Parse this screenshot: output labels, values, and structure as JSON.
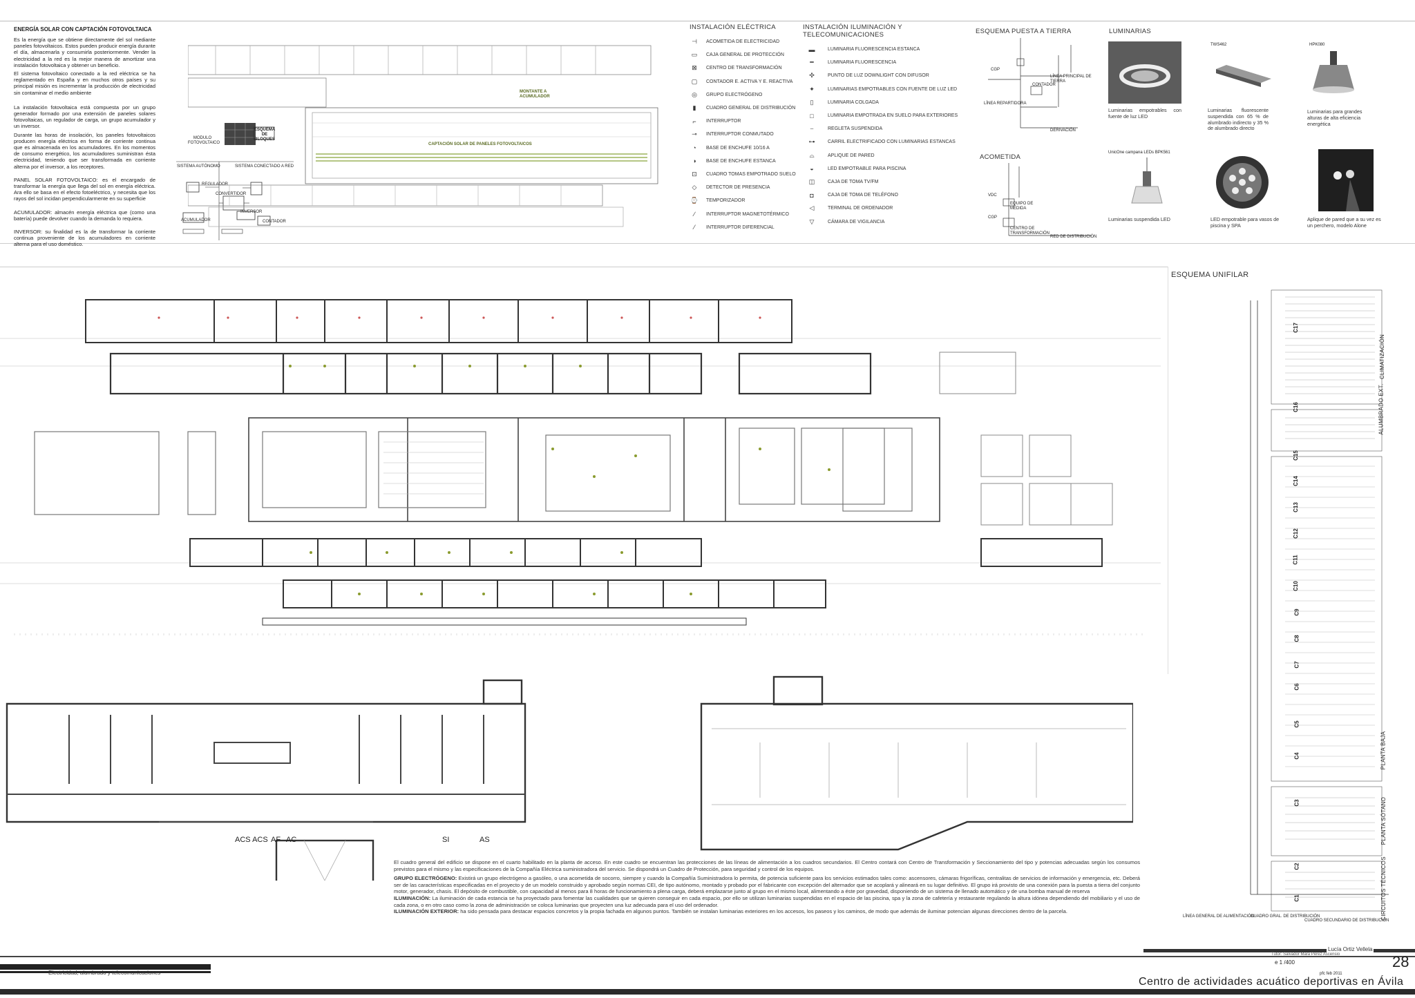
{
  "solar": {
    "title": "ENERGÍA SOLAR CON CAPTACIÓN FOTOVOLTAICA",
    "paragraphs": [
      "Es la energía que se obtiene directamente del sol mediante paneles fotovoltaicos. Estos pueden producir energía durante el día, almacenarla y consumirla posteriormente. Vender la electricidad a la red es la mejor manera de amortizar una instalación fotovoltaica y obtener un beneficio.",
      "El sistema fotovoltaico conectado a la red eléctrica se ha reglamentado en España y en muchos otros países y su principal misión es incrementar la producción de electricidad sin contaminar el medio ambiente",
      "La instalación fotovoltaica está compuesta por un grupo generador formado por una extensión de paneles solares fotovoltaicas, un regulador de carga, un grupo acumulador y un inversor.",
      "Durante las horas de insolación, los paneles fotovoltaicos producen energía eléctrica en forma de corriente continua que es almacenada en los acumuladores. En los momentos de consumo energético, los acumuladores suministran ésta electricidad, teniendo que ser transformada en corriente alterna por el inversor, a los receptores.",
      "PANEL SOLAR FOTOVOLTAICO: es el encargado de transformar la energía que llega del sol en energía eléctrica. Ara ello se basa en el efecto fotoeléctrico, y necesita que los rayos del sol incidan perpendicularmente en su superficie",
      "ACUMULADOR: almacén energía eléctrica que (como una batería) puede devolver cuando la demanda lo requiera.",
      "INVERSOR: su finalidad es la de transformar la corriente continua proveniente de los acumuladores en corriente alterna para el uso doméstico."
    ],
    "diagram_labels": [
      "MODULO FOTOVOLTAICO",
      "ESQUEMA DE BLOQUES",
      "SISTEMA AUTÓNOMO",
      "SISTEMA CONECTADO A RED",
      "REGULADOR",
      "CONVERTIDOR",
      "INVERSOR",
      "CONTADOR",
      "ACUMULADOR"
    ],
    "site_labels": {
      "capt": "CAPTACIÓN SOLAR DE PANELES FOTOVOLTAICOS",
      "montante": "MONTANTE A ACUMULADOR"
    }
  },
  "legend_electrica": {
    "header": "INSTALACIÓN ELÉCTRICA",
    "items": [
      "ACOMETIDA DE ELECTRICIDAD",
      "CAJA GENERAL DE PROTECCIÓN",
      "CENTRO DE TRANSFORMACIÓN",
      "CONTADOR E. ACTIVA Y E. REACTIVA",
      "GRUPO ELECTRÓGENO",
      "CUADRO GENERAL DE DISTRIBUCIÓN",
      "INTERRUPTOR",
      "INTERRUPTOR CONMUTADO",
      "BASE DE ENCHUFE 10/16 A",
      "BASE DE ENCHUFE ESTANCA",
      "CUADRO TOMAS EMPOTRADO SUELO",
      "DETECTOR DE PRESENCIA",
      "TEMPORIZADOR",
      "INTERRUPTOR MAGNETOTÉRMICO",
      "INTERRUPTOR DIFERENCIAL"
    ]
  },
  "legend_iluminacion": {
    "header": "INSTALACIÓN ILUMINACIÓN Y TELECOMUNICACIONES",
    "items": [
      "LUMINARIA FLUORESCENCIA ESTANCA",
      "LUMINARIA FLUORESCENCIA",
      "PUNTO DE LUZ DOWNLIGHT CON DIFUSOR",
      "LUMINARIAS EMPOTRABLES CON FUENTE DE LUZ LED",
      "LUMINARIA COLGADA",
      "LUMINARIA EMPOTRADA EN SUELO PARA EXTERIORES",
      "REGLETA SUSPENDIDA",
      "CARRIL ELECTRIFICADO CON LUMINARIAS ESTANCAS",
      "APLIQUE DE PARED",
      "LED EMPOTRABLE PARA PISCINA",
      "CAJA DE TOMA TV/FM",
      "CAJA DE TOMA DE TELÉFONO",
      "TERMINAL DE ORDENADOR",
      "CÁMARA DE VIGILANCIA"
    ]
  },
  "tierra": {
    "header": "ESQUEMA PUESTA A TIERRA",
    "labels": [
      "CGP",
      "CONTADOR",
      "LÍNEA REPARTIDORA",
      "DERIVACIÓN",
      "LÍNEA PRINCIPAL DE TIERRA"
    ],
    "acometida_header": "ACOMETIDA",
    "acometida_labels": [
      "VDC",
      "CGP",
      "EQUIPO DE MEDIDA",
      "CENTRO DE TRANSFORMACIÓN",
      "RED DE DISTRIBUCIÓN"
    ]
  },
  "luminarias": {
    "header": "LUMINARIAS",
    "items": [
      {
        "model": "",
        "caption": "Luminarias empotrables con fuente de luz LED"
      },
      {
        "model": "TWS462",
        "caption": "Luminarias fluorescente suspendida con 65 % de alumbrado indirecto y 35 % de alumbrado directo"
      },
      {
        "model": "HPK080",
        "caption": "Luminarias para grandes alturas de alta eficiencia energética"
      },
      {
        "model": "UnicOne campana LEDs BPK561",
        "caption": "Luminarias suspendida LED"
      },
      {
        "model": "",
        "caption": "LED empotrable para vasos de piscina y SPA"
      },
      {
        "model": "",
        "caption": "Aplique de pared que a su vez es un perchero, modelo Alone"
      }
    ]
  },
  "unifilar": {
    "header": "ESQUEMA UNIFILAR",
    "circuits": [
      "C17",
      "C16",
      "C15",
      "C14",
      "C13",
      "C12",
      "C11",
      "C10",
      "C9",
      "C8",
      "C7",
      "C6",
      "C5",
      "C4",
      "C3",
      "C2",
      "C1"
    ],
    "groups": [
      "CLIMATIZACIÓN",
      "ALUMBRADO EXT.",
      "PLANTA BAJA",
      "PLANTA SÓTANO",
      "CIRCUITOS TÉCNICOS"
    ],
    "bottom_labels": [
      "LÍNEA GENERAL DE ALIMENTACIÓN",
      "CUADRO GRAL. DE DISTRIBUCIÓN",
      "CUADRO SECUNDARIO DE DISTRIBUCIÓN"
    ]
  },
  "plan_labels": {
    "acs": "ACS ACS",
    "af": "AF",
    "ac": "AC",
    "si": "SI",
    "as": "AS"
  },
  "notes": {
    "p1": "El cuadro general del edificio se dispone en el cuarto habilitado en la planta de acceso. En este cuadro se encuentran las protecciones de las líneas de alimentación a los cuadros secundarios. El Centro contará con Centro de Transformación y Seccionamiento del tipo y potencias adecuadas según los consumos previstos para el mismo y las especificaciones de la Compañía Eléctrica suministradora del servicio. Se dispondrá un Cuadro de Protección, para seguridad y control de los equipos.",
    "grupo_label": "GRUPO ELECTRÓGENO:",
    "grupo": "Existirá un grupo electrógeno a gasóleo, o una acometida de socorro, siempre y cuando la Compañía Suministradora lo permita, de potencia suficiente para los servicios estimados tales como: ascensores, cámaras frigoríficas, centralitas de servicios de información y emergencia, etc. Deberá ser de las características especificadas en el proyecto y de un modelo construido y aprobado según normas CEI, de tipo autónomo, montado y probado por el fabricante con excepción del alternador que se acoplará y alineará en su lugar definitivo. El grupo irá provisto de una conexión para la puesta a tierra del conjunto motor, generador, chasis. El depósito de combustible, con capacidad al menos para 8 horas de funcionamiento a plena carga, deberá emplazarse junto al grupo en el mismo local, alimentando a éste por gravedad, disponiendo de un sistema de llenado automático y de una bomba manual de reserva",
    "ilum_label": "ILUMINACIÓN:",
    "ilum": "La iluminación de cada estancia se ha proyectado para fomentar las cualidades que se quieren conseguir en cada espacio, por ello se utilizan luminarias suspendidas en el espacio de las piscina, spa y la zona de cafetería y restaurante regulando la altura idónea dependiendo del mobiliario y el uso de cada zona, o en otro caso como la zona de administración se coloca luminarias que proyecten una luz adecuada para el uso del ordenador.",
    "ext_label": "ILUMINACIÓN EXTERIOR:",
    "ext": "ha sido pensada para destacar espacios concretos y la propia fachada en algunos puntos. También se instalan luminarias exteriores en los accesos, los paseos y los caminos, de modo que además de iluminar potencian algunas direcciones dentro de la parcela."
  },
  "footer": {
    "subject": "Electricidad, alumbrado y telecomunicaciones",
    "author": "Lucía Ortiz Vellela",
    "tutor": "Tutor: Salvador Mara Pérez Ascensio",
    "scale": "e 1 /400",
    "pfc": "pfc   feb  2011",
    "sheet": "28",
    "title": "Centro de actividades acuático deportivas en Ávila"
  }
}
